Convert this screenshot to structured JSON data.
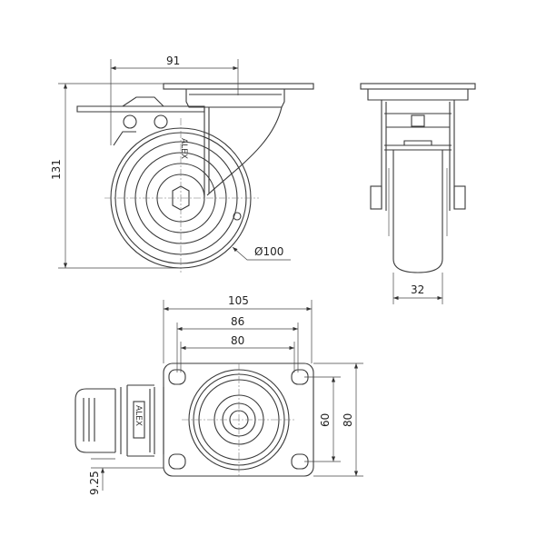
{
  "side_view": {
    "width_dim": "91",
    "height_dim": "131",
    "wheel_dia": "Ø100",
    "brand": "ALEX"
  },
  "front_view": {
    "wheel_width": "32"
  },
  "top_view": {
    "plate_width": "105",
    "hole_spacing_outer": "86",
    "hole_spacing_inner": "80",
    "hole_spacing_vertical": "60",
    "plate_height": "80",
    "brake_offset": "9.25",
    "brand": "ALEX"
  }
}
